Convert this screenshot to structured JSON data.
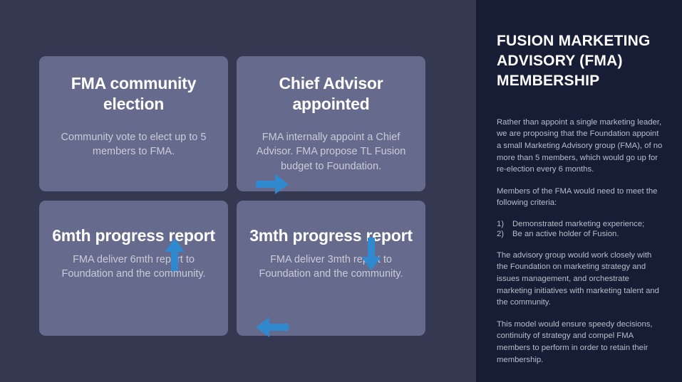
{
  "diagram": {
    "cards": [
      {
        "id": "fma-community-election",
        "title": "FMA community election",
        "body": "Community vote to elect up to 5 members to FMA."
      },
      {
        "id": "chief-advisor-appointed",
        "title": "Chief Advisor appointed",
        "body": "FMA internally appoint a Chief Advisor. FMA propose TL Fusion budget to Foundation."
      },
      {
        "id": "6mth-progress-report",
        "title": "6mth progress report",
        "body": "FMA deliver 6mth report to Foundation and the community."
      },
      {
        "id": "3mth-progress-report",
        "title": "3mth progress report",
        "body": "FMA deliver 3mth report to Foundation and the community."
      }
    ],
    "arrows": [
      {
        "name": "arrow-right-icon",
        "direction": "right"
      },
      {
        "name": "arrow-down-icon",
        "direction": "down"
      },
      {
        "name": "arrow-left-icon",
        "direction": "left"
      },
      {
        "name": "arrow-up-icon",
        "direction": "up"
      }
    ]
  },
  "panel": {
    "title": "FUSION MARKETING ADVISORY (FMA) MEMBERSHIP",
    "paragraphs": [
      "Rather than appoint a single marketing leader, we are proposing that the Foundation appoint a small Marketing Advisory group (FMA), of no more than 5 members, which would go up for re-election every 6 months.",
      "Members of the FMA would need to meet the following criteria:"
    ],
    "criteria": [
      {
        "number": "1)",
        "text": "Demonstrated marketing experience;"
      },
      {
        "number": "2)",
        "text": "Be an active holder of Fusion."
      }
    ],
    "paragraphs_after": [
      "The advisory group would work closely with the Foundation on marketing strategy and issues management, and orchestrate marketing initiatives with marketing talent and the community.",
      "This model would ensure speedy decisions, continuity of strategy and compel FMA members to perform in order to retain their membership."
    ]
  },
  "colors": {
    "left_background": "#343850",
    "right_background": "#161d35",
    "card_fill": "#666b8d",
    "arrow_blue": "#3089ce",
    "title_text": "#ffffff",
    "body_text": "#c9ccd8",
    "panel_body_text": "#b9bdcb"
  }
}
